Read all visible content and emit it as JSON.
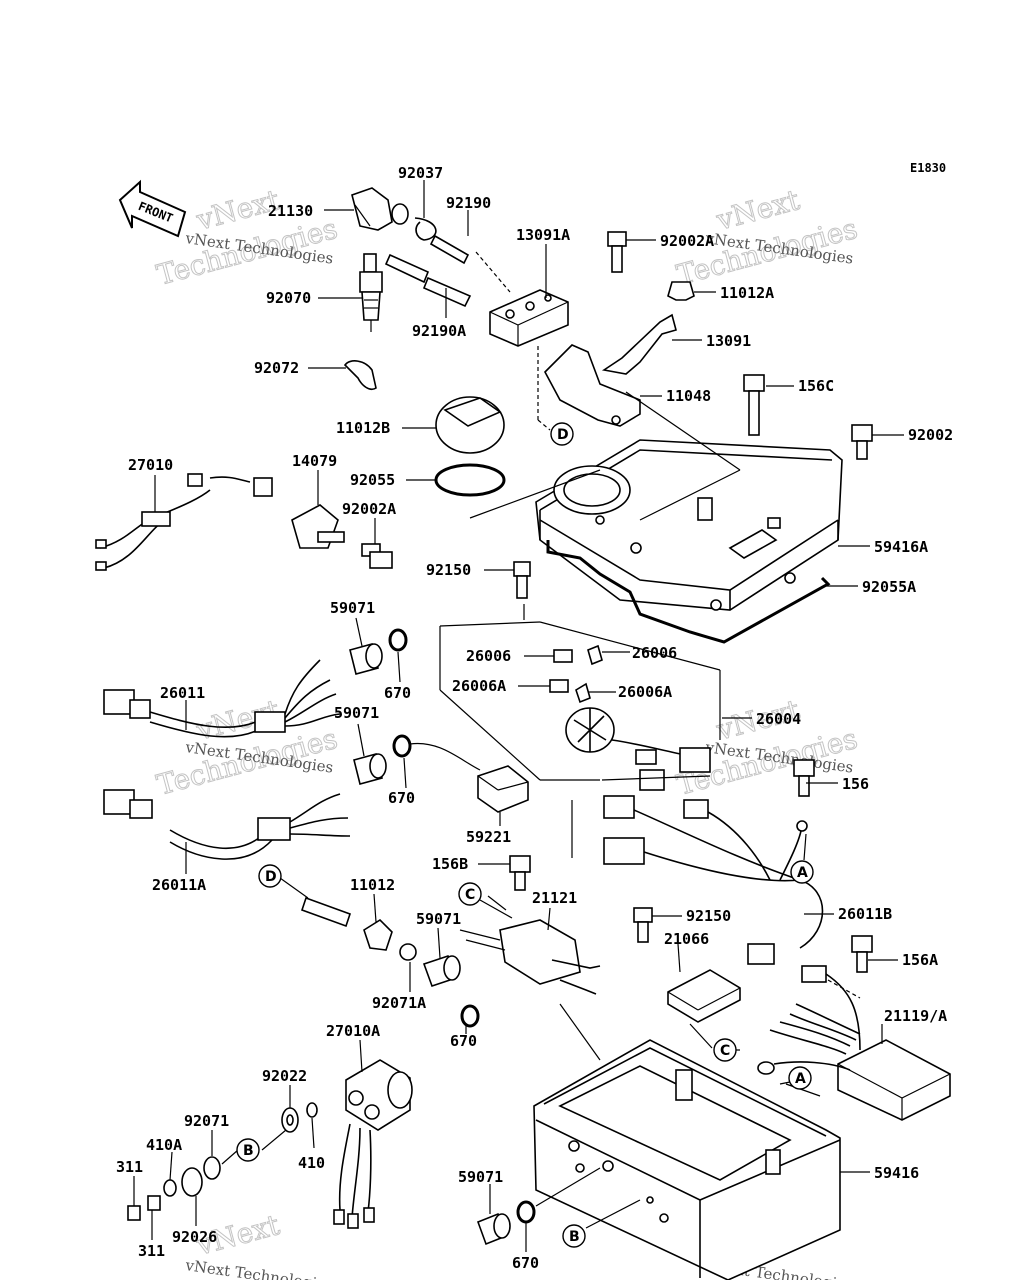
{
  "diagram_code": "E1830",
  "front_label": "FRONT",
  "watermark": {
    "line1": "vNext",
    "line2": "Technologies",
    "small": "vNext Technologies"
  },
  "part_labels": {
    "p21130": "21130",
    "p92037": "92037",
    "p92190": "92190",
    "p92070": "92070",
    "p92190A": "92190A",
    "p13091A": "13091A",
    "p92002A_top": "92002A",
    "p11012A": "11012A",
    "p13091": "13091",
    "p92072": "92072",
    "p11048": "11048",
    "p156C": "156C",
    "p11012B": "11012B",
    "p92002": "92002",
    "p92055": "92055",
    "p27010": "27010",
    "p14079": "14079",
    "p92002A_mid": "92002A",
    "p59416A": "59416A",
    "p92150_top": "92150",
    "p92055A": "92055A",
    "p59071_a": "59071",
    "p26006_l": "26006",
    "p26006_r": "26006",
    "p670_a": "670",
    "p26006A_l": "26006A",
    "p26006A_r": "26006A",
    "p26011": "26011",
    "p26004": "26004",
    "p59071_b": "59071",
    "p156": "156",
    "p670_b": "670",
    "p59221": "59221",
    "p156B": "156B",
    "p26011A": "26011A",
    "p11012": "11012",
    "p21121": "21121",
    "p92150_mid": "92150",
    "p26011B": "26011B",
    "p59071_c": "59071",
    "p21066": "21066",
    "p156A": "156A",
    "p92071A": "92071A",
    "p21119A": "21119/A",
    "p670_c": "670",
    "p27010A": "27010A",
    "p92022": "92022",
    "p92071": "92071",
    "p410A": "410A",
    "p410": "410",
    "p311_top": "311",
    "p311_bot": "311",
    "p92026": "92026",
    "p59071_d": "59071",
    "p670_d": "670",
    "p59416": "59416"
  },
  "ref_markers": {
    "D_top": "D",
    "D_left": "D",
    "C_top": "C",
    "C_right": "C",
    "A_right": "A",
    "A_low": "A",
    "B_left": "B",
    "B_bottom": "B"
  }
}
